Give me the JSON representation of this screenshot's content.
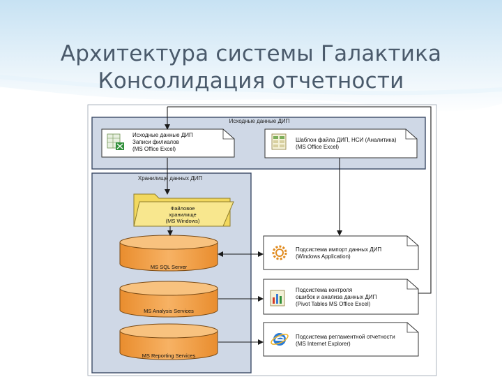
{
  "slide": {
    "title_line1": "Архитектура системы Галактика",
    "title_line2": "Консолидация отчетности"
  },
  "colors": {
    "background_band": "#d9ecf7",
    "panel_fill": "#cfd8e6",
    "panel_stroke": "#3c4b66",
    "doc_fill": "#ffffff",
    "db_fill": "#f3a24a",
    "db_top": "#f8c27f",
    "folder_fill": "#f6e27c",
    "arrow": "#1a1a1a"
  },
  "diagram": {
    "top_panel_label": "Исходные данные ДИП",
    "left_panel_label": "Хранилище данных ДИП",
    "doc_source": {
      "line1": "Исходные данные ДИП",
      "line2": "Записи филиалов",
      "line3": "(MS Office Excel)",
      "icon": "excel-sheet-icon"
    },
    "doc_template": {
      "line1": "Шаблон файла ДИП, НСИ (Аналитика)",
      "line2": "(MS Office Excel)",
      "icon": "spreadsheet-icon"
    },
    "folder": {
      "line1": "Файловое",
      "line2": "хранилище",
      "line3": "(MS Windows)"
    },
    "databases": [
      {
        "label": "MS SQL Server"
      },
      {
        "label": "MS Analysis Services"
      },
      {
        "label": "MS Reporting Services"
      }
    ],
    "subsystem_import": {
      "line1": "Подсистема импорт данных ДИП",
      "line2": "(Windows Application)",
      "icon": "gear-icon"
    },
    "subsystem_control": {
      "line1": "Подсистема контроля",
      "line2": "ошибок и анализа данных ДИП",
      "line3": "(Pivot Tables MS Office Excel)",
      "icon": "pivot-table-icon"
    },
    "subsystem_reports": {
      "line1": "Подсистема регламентной отчетности",
      "line2": "(MS Internet Explorer)",
      "icon": "internet-explorer-icon"
    }
  }
}
